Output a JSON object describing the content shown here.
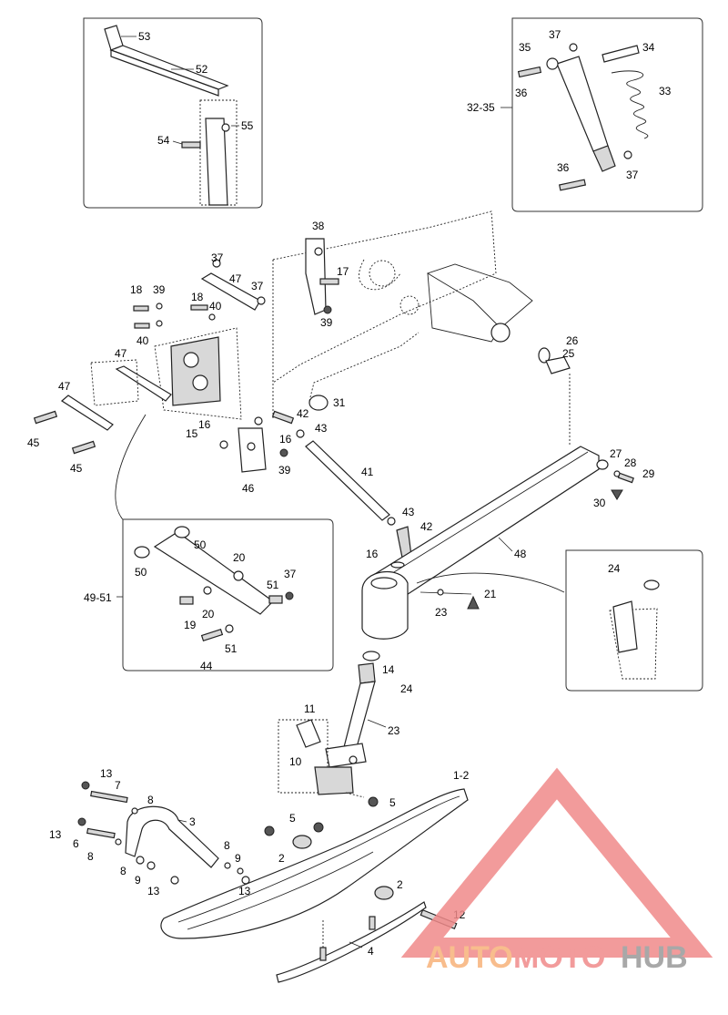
{
  "labels": {
    "l53": "53",
    "l52": "52",
    "l54": "54",
    "l55": "55",
    "l37a": "37",
    "l35": "35",
    "l34": "34",
    "l36a": "36",
    "l33": "33",
    "l3235": "32-35",
    "l36b": "36",
    "l37b": "37",
    "l38": "38",
    "l17": "17",
    "l39a": "39",
    "l37c": "37",
    "l47a": "47",
    "l37d": "37",
    "l18a": "18",
    "l39b": "39",
    "l18b": "18",
    "l40a": "40",
    "l40b": "40",
    "l47b": "47",
    "l47c": "47",
    "l45a": "45",
    "l45b": "45",
    "l26": "26",
    "l25": "25",
    "l31": "31",
    "l42a": "42",
    "l43a": "43",
    "l15": "15",
    "l16a": "16",
    "l16b": "16",
    "l39c": "39",
    "l46": "46",
    "l41": "41",
    "l27": "27",
    "l28": "28",
    "l29": "29",
    "l30": "30",
    "l43b": "43",
    "l42b": "42",
    "l48": "48",
    "l16c": "16",
    "l21": "21",
    "l23a": "23",
    "l24a": "24",
    "l50a": "50",
    "l50b": "50",
    "l20a": "20",
    "l20b": "20",
    "l51a": "51",
    "l37e": "37",
    "l4951": "49-51",
    "l19": "19",
    "l44": "44",
    "l51b": "51",
    "l14": "14",
    "l24b": "24",
    "l11": "11",
    "l23b": "23",
    "l10": "10",
    "l5a": "5",
    "l5b": "5",
    "l2a": "2",
    "l12": "2",
    "l12b": "12",
    "l4": "4",
    "l13a": "13",
    "l7": "7",
    "l8a": "8",
    "l3": "3",
    "l13b": "13",
    "l6": "6",
    "l8b": "8",
    "l8c": "8",
    "l8d": "8",
    "l9a": "9",
    "l9b": "9",
    "l13c": "13",
    "l13d": "13",
    "l12_2": "1-2"
  },
  "watermark": {
    "part1": "AUTO",
    "part2": "MOTO",
    "part3": "HUB",
    "color_light": "#f7b27a",
    "color_mid": "#f08a8a",
    "color_dark": "#9a9a9a"
  }
}
